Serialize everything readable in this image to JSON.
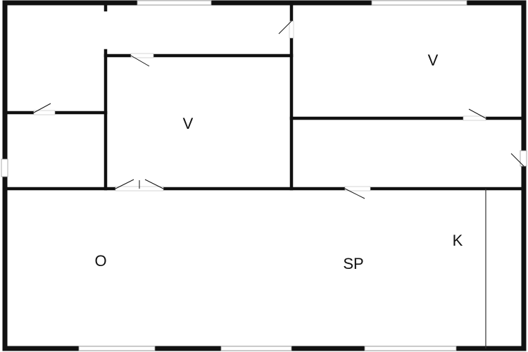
{
  "floor_plan": {
    "rooms": [
      {
        "id": "bedroom-center",
        "label": "V"
      },
      {
        "id": "bedroom-top-right",
        "label": "V"
      },
      {
        "id": "room-o",
        "label": "O"
      },
      {
        "id": "room-sp",
        "label": "SP"
      },
      {
        "id": "room-k",
        "label": "K"
      }
    ],
    "colors": {
      "wall": "#111111",
      "background": "#ffffff"
    }
  }
}
